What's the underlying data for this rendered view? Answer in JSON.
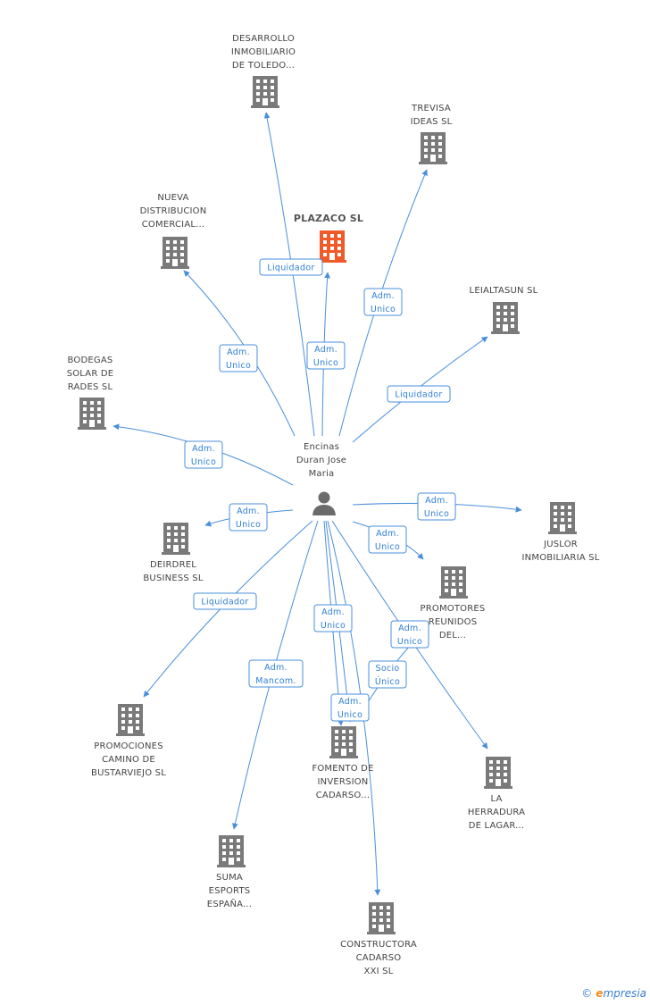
{
  "colors": {
    "edge": "#4a8fdc",
    "edge_text": "#2f7fd6",
    "building": "#7a7a7a",
    "building_main": "#f05a28"
  },
  "person": {
    "name_lines": [
      "Encinas",
      "Duran Jose",
      "Maria"
    ],
    "icon": "person-icon"
  },
  "main_company": {
    "name_lines": [
      "PLAZACO SL"
    ],
    "icon": "building-icon"
  },
  "companies": [
    {
      "id": "desarrollo",
      "name_lines": [
        "DESARROLLO",
        "INMOBILIARIO",
        "DE TOLEDO..."
      ],
      "icon": "building-icon"
    },
    {
      "id": "trevisa",
      "name_lines": [
        "TREVISA",
        "IDEAS SL"
      ],
      "icon": "building-icon"
    },
    {
      "id": "nueva",
      "name_lines": [
        "NUEVA",
        "DISTRIBUCION",
        "COMERCIAL..."
      ],
      "icon": "building-icon"
    },
    {
      "id": "leialtasun",
      "name_lines": [
        "LEIALTASUN SL"
      ],
      "icon": "building-icon"
    },
    {
      "id": "bodegas",
      "name_lines": [
        "BODEGAS",
        "SOLAR DE",
        "RADES SL"
      ],
      "icon": "building-icon"
    },
    {
      "id": "juslor",
      "name_lines": [
        "JUSLOR",
        "INMOBILIARIA SL"
      ],
      "icon": "building-icon"
    },
    {
      "id": "deirdrel",
      "name_lines": [
        "DEIRDREL",
        "BUSINESS SL"
      ],
      "icon": "building-icon"
    },
    {
      "id": "promotores",
      "name_lines": [
        "PROMOTORES",
        "REUNIDOS",
        "DEL..."
      ],
      "icon": "building-icon"
    },
    {
      "id": "promociones",
      "name_lines": [
        "PROMOCIONES",
        "CAMINO DE",
        "BUSTARVIEJO SL"
      ],
      "icon": "building-icon"
    },
    {
      "id": "fomento",
      "name_lines": [
        "FOMENTO DE",
        "INVERSION",
        "CADARSO..."
      ],
      "icon": "building-icon"
    },
    {
      "id": "herradura",
      "name_lines": [
        "LA",
        "HERRADURA",
        "DE LAGAR..."
      ],
      "icon": "building-icon"
    },
    {
      "id": "suma",
      "name_lines": [
        "SUMA",
        "ESPORTS",
        "ESPAÑA..."
      ],
      "icon": "building-icon"
    },
    {
      "id": "constructora",
      "name_lines": [
        "CONSTRUCTORA",
        "CADARSO",
        "XXI SL"
      ],
      "icon": "building-icon"
    }
  ],
  "edges": [
    {
      "target": "desarrollo",
      "label_lines": [
        "Liquidador"
      ]
    },
    {
      "target": "trevisa",
      "label_lines": [
        "Adm.",
        "Unico"
      ]
    },
    {
      "target": "nueva",
      "label_lines": [
        "Adm.",
        "Unico"
      ]
    },
    {
      "target": "main",
      "label_lines": [
        "Adm.",
        "Unico"
      ]
    },
    {
      "target": "leialtasun",
      "label_lines": [
        "Liquidador"
      ]
    },
    {
      "target": "bodegas",
      "label_lines": [
        "Adm.",
        "Unico"
      ]
    },
    {
      "target": "juslor",
      "label_lines": [
        "Adm.",
        "Unico"
      ]
    },
    {
      "target": "deirdrel",
      "label_lines": [
        "Adm.",
        "Unico"
      ]
    },
    {
      "target": "promotores",
      "label_lines": [
        "Adm.",
        "Unico"
      ]
    },
    {
      "target": "promociones",
      "label_lines": [
        "Liquidador"
      ]
    },
    {
      "target": "fomento",
      "label_lines": [
        "Adm.",
        "Unico"
      ]
    },
    {
      "target": "fomento",
      "label_lines": [
        "Adm.",
        "Unico"
      ]
    },
    {
      "target": "herradura",
      "label_lines": [
        "Adm.",
        "Unico"
      ]
    },
    {
      "target": "suma",
      "label_lines": [
        "Adm.",
        "Mancom."
      ]
    },
    {
      "target": "constructora",
      "label_lines": [
        "Socio",
        "Único"
      ]
    }
  ],
  "footer": {
    "copyright": "©",
    "brand_initial": "e",
    "brand_rest": "mpresia"
  }
}
